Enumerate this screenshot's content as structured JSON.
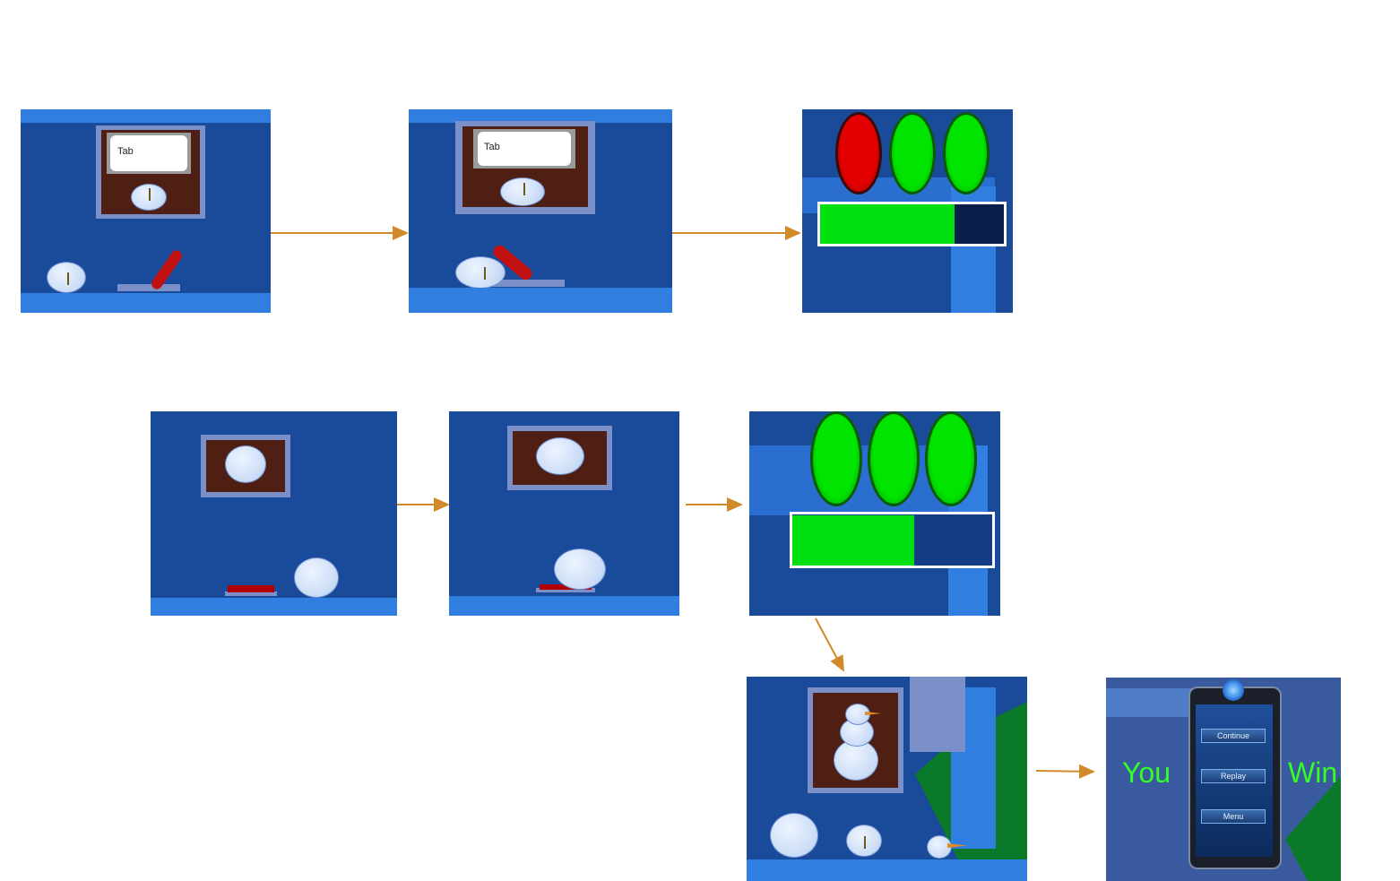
{
  "panels": {
    "p1": {
      "tab_label": "Tab"
    },
    "p2": {
      "tab_label": "Tab"
    },
    "p8": {
      "left_text": "You",
      "right_text": "Win",
      "menu": [
        "Continue",
        "Replay",
        "Menu"
      ]
    }
  },
  "colors": {
    "arrow": "#d08a2a",
    "panel_bg": "#1a4a9a",
    "floor": "#2f7ee0",
    "light_green": "#00e400",
    "light_red": "#e20000",
    "progress_fill": "#00e010",
    "win_text": "#33ff22"
  },
  "indicators": {
    "p3_lights": [
      "red",
      "green",
      "green"
    ],
    "p3_progress": 0.73,
    "p6_lights": [
      "green",
      "green",
      "green"
    ],
    "p6_progress": 0.61
  }
}
